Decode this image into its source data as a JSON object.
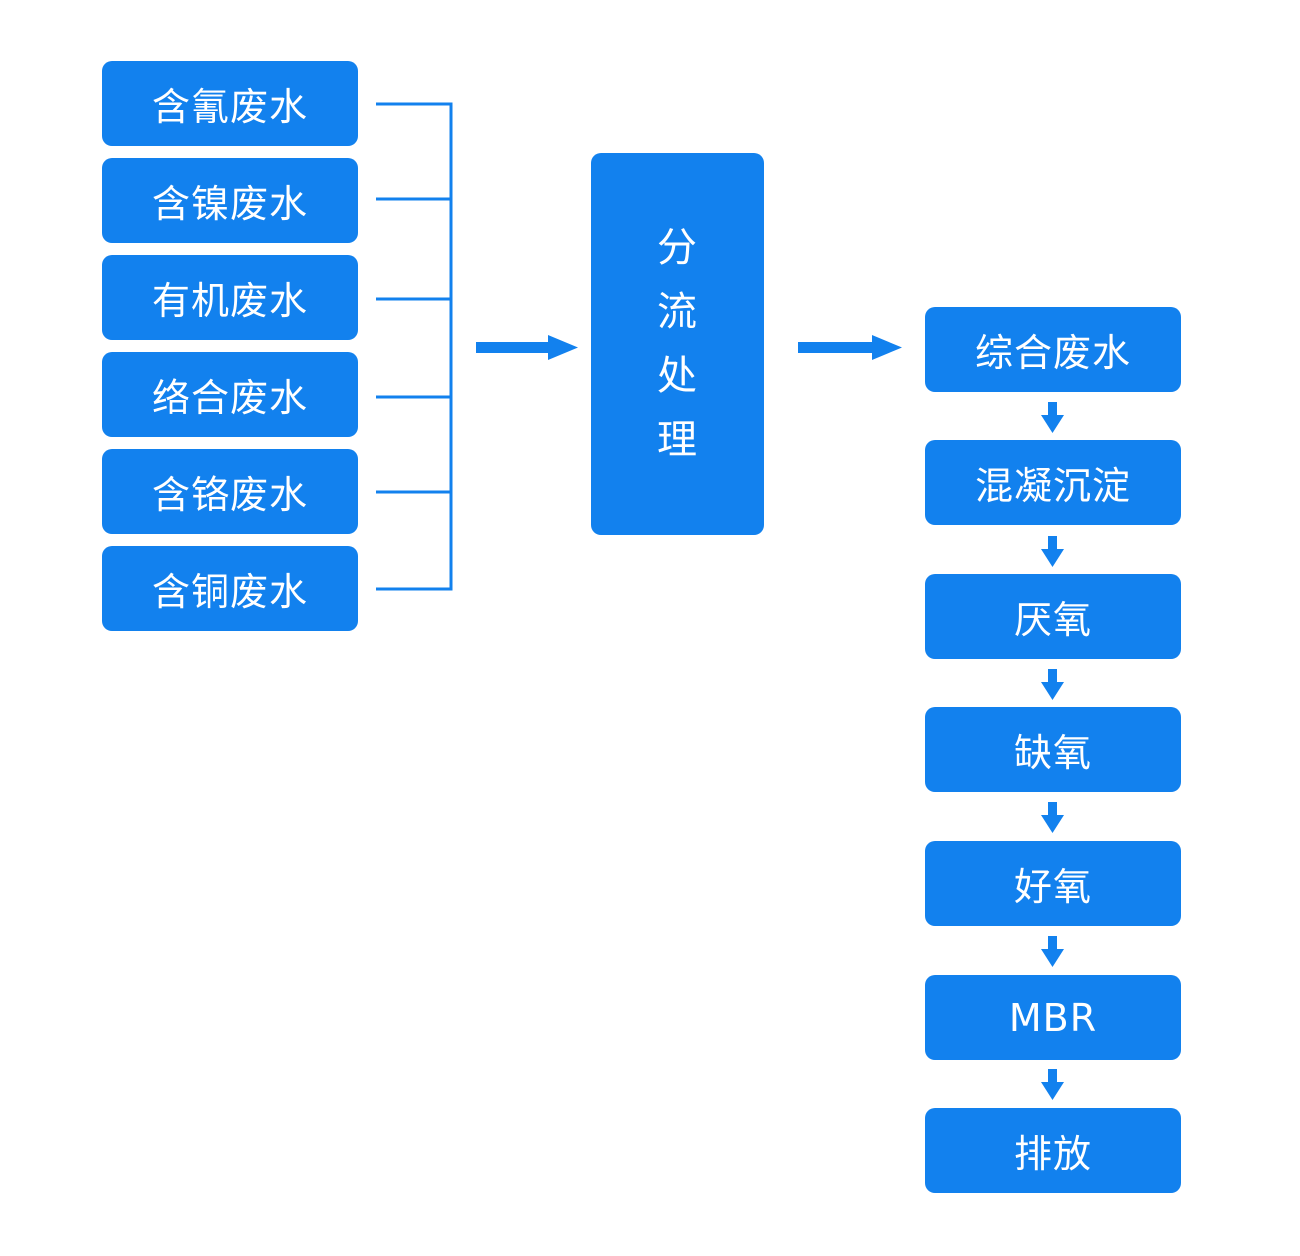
{
  "colors": {
    "box_fill": "#1281ee",
    "connector": "#1281ee",
    "text": "#ffffff",
    "background": "#ffffff"
  },
  "sources": [
    {
      "label": "含氰废水"
    },
    {
      "label": "含镍废水"
    },
    {
      "label": "有机废水"
    },
    {
      "label": "络合废水"
    },
    {
      "label": "含铬废水"
    },
    {
      "label": "含铜废水"
    }
  ],
  "center": {
    "chars": [
      "分",
      "流",
      "处",
      "理"
    ]
  },
  "steps": [
    {
      "label": "综合废水"
    },
    {
      "label": "混凝沉淀"
    },
    {
      "label": "厌氧"
    },
    {
      "label": "缺氧"
    },
    {
      "label": "好氧"
    },
    {
      "label": "MBR"
    },
    {
      "label": "排放"
    }
  ]
}
